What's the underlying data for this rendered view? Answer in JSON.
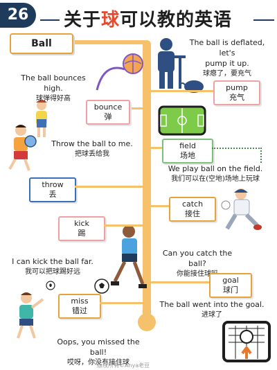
{
  "header": {
    "number": "26",
    "title_prefix": "关于",
    "title_highlight": "球",
    "title_suffix": "可以教的英语"
  },
  "topic": {
    "label": "Ball"
  },
  "items": [
    {
      "en": "pump",
      "cn": "充气",
      "sentence_en_1": "The ball is deflated, let's",
      "sentence_en_2": "pump it up.",
      "sentence_cn": "球瘪了，要充气"
    },
    {
      "en": "bounce",
      "cn": "弹",
      "sentence_en": "The ball bounces high.",
      "sentence_cn": "球弹得好高"
    },
    {
      "en": "field",
      "cn": "场地",
      "sentence_en": "We play ball on the field.",
      "sentence_cn": "我们可以在(空地)场地上玩球"
    },
    {
      "en": "throw",
      "cn": "丢",
      "sentence_en": "Throw the ball to me.",
      "sentence_cn": "把球丢给我"
    },
    {
      "en": "catch",
      "cn": "接住",
      "sentence_en": "Can you catch the ball?",
      "sentence_cn": "你能接住球吗"
    },
    {
      "en": "kick",
      "cn": "踢",
      "sentence_en": "I can kick the ball far.",
      "sentence_cn": "我可以把球踢好远"
    },
    {
      "en": "goal",
      "cn": "球门",
      "sentence_en": "The ball went into the goal.",
      "sentence_cn": "进球了"
    },
    {
      "en": "miss",
      "cn": "错过",
      "sentence_en": "Oops, you missed the ball!",
      "sentence_cn": "哎呀，你没有接住球"
    }
  ],
  "footer": {
    "credit": "版权所有©Anya老豆"
  },
  "colors": {
    "navy": "#1f3b5c",
    "orange": "#e8a23a",
    "trunk": "#f5c26b",
    "highlight": "#e64a2e"
  }
}
